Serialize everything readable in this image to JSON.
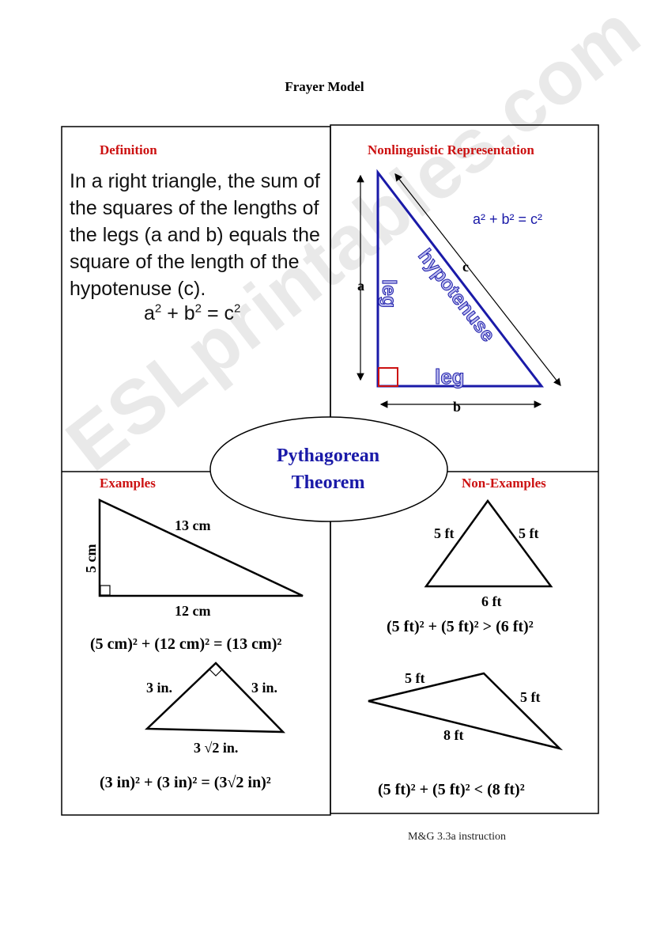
{
  "page": {
    "title": "Frayer Model",
    "footer": "M&G 3.3a instruction",
    "watermark": "ESLprintables.com"
  },
  "definition": {
    "heading": "Definition",
    "text": "In a right triangle, the sum of the squares of the lengths of the legs (a and b) equals the square of the length of the hypotenuse (c).",
    "formula_parts": [
      "a",
      "2",
      " + b",
      "2",
      " = c",
      "2"
    ]
  },
  "representation": {
    "heading": "Nonlinguistic Representation",
    "formula": "a² + b² = c²",
    "label_a": "a",
    "label_b": "b",
    "label_c": "c",
    "leg_label": "leg",
    "hypotenuse_label": "hypotenuse"
  },
  "center": {
    "line1": "Pythagorean",
    "line2": "Theorem"
  },
  "examples": {
    "heading": "Examples",
    "ex1": {
      "side_vertical": "5 cm",
      "side_hyp": "13 cm",
      "side_base": "12 cm",
      "equation": "(5 cm)² + (12 cm)² = (13 cm)²"
    },
    "ex2": {
      "side_left": "3 in.",
      "side_right": "3 in.",
      "side_base": "3 √2  in.",
      "equation": "(3 in)² + (3 in)² = (3√2 in)²"
    }
  },
  "non_examples": {
    "heading": "Non-Examples",
    "ne1": {
      "side_left": "5 ft",
      "side_right": "5 ft",
      "side_base": "6 ft",
      "equation": "(5 ft)² + (5 ft)² > (6 ft)²"
    },
    "ne2": {
      "side_top": "5 ft",
      "side_right": "5 ft",
      "side_long": "8 ft",
      "equation": "(5 ft)² + (5 ft)² < (8 ft)²"
    }
  },
  "colors": {
    "heading_red": "#cc1111",
    "diagram_blue": "#1a1aa8",
    "right_angle_red": "#cc1111",
    "title_blue": "#1a1aa8"
  }
}
